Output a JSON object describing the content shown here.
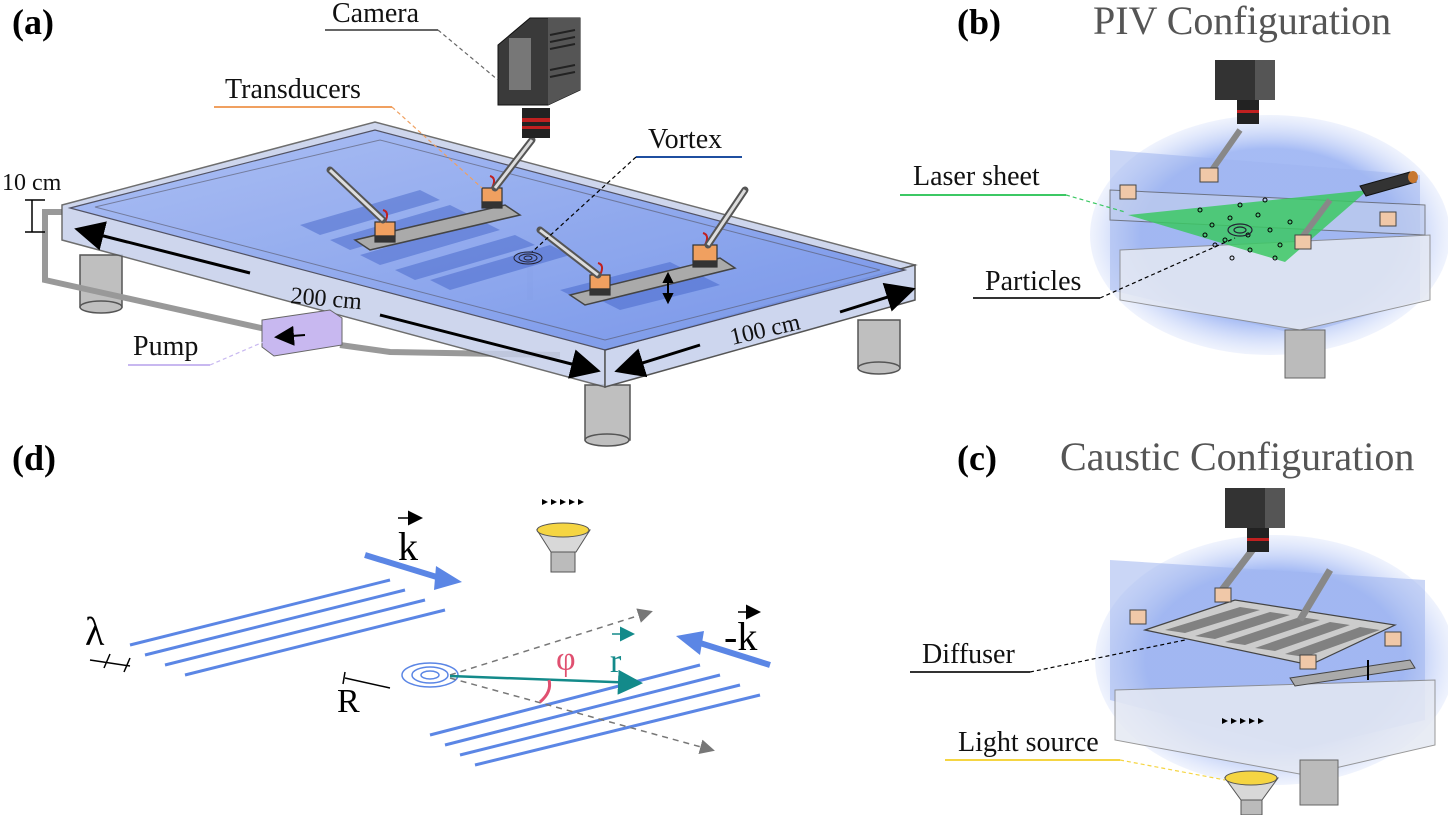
{
  "panels": {
    "a": {
      "letter": "(a)"
    },
    "b": {
      "letter": "(b)",
      "title": "PIV Configuration"
    },
    "c": {
      "letter": "(c)",
      "title": "Caustic Configuration"
    },
    "d": {
      "letter": "(d)"
    }
  },
  "labels_a": {
    "camera": "Camera",
    "transducers": "Transducers",
    "vortex": "Vortex",
    "pump": "Pump",
    "depth": "10 cm",
    "length": "200 cm",
    "width": "100 cm"
  },
  "labels_b": {
    "laser": "Laser sheet",
    "particles": "Particles"
  },
  "labels_c": {
    "diffuser": "Diffuser",
    "light": "Light source"
  },
  "labels_d": {
    "k": "k",
    "minus_k": "-k",
    "lambda": "λ",
    "R": "R",
    "phi": "φ",
    "r": "r"
  },
  "colors": {
    "water": "#7f9ef0",
    "wave": "#5b86e5",
    "transducer": "#f0a060",
    "laser": "#3cc864",
    "pump": "#c8b8f0",
    "teal": "#138a8a",
    "phi": "#e05070",
    "light": "#f5d542",
    "leader_camera": "#666666",
    "leader_transducers": "#f0a060",
    "leader_vortex": "#1f4fa0",
    "leader_pump": "#c8b8f0",
    "leader_laser": "#3cc864",
    "leader_light": "#f5d542"
  },
  "icons": [
    "camera-icon",
    "light-source-icon",
    "transducer-icon",
    "vortex-icon",
    "pump-icon"
  ]
}
